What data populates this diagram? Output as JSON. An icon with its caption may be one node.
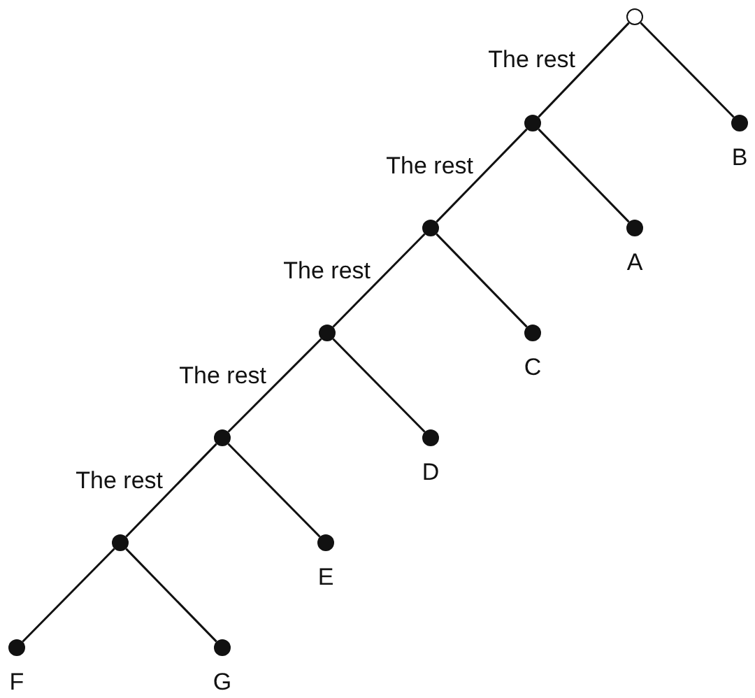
{
  "diagram": {
    "nodes": [
      {
        "text": [],
        "shape": "circle"
      },
      {
        "text": [],
        "shape": "dot"
      },
      {
        "text": [],
        "shape": "dot",
        "beside": [
          "B"
        ]
      },
      {
        "text": [],
        "shape": "dot"
      },
      {
        "text": [],
        "shape": "dot",
        "beside": [
          "A"
        ]
      },
      {
        "text": [],
        "shape": "dot"
      },
      {
        "text": [],
        "shape": "dot",
        "beside": [
          "C"
        ]
      },
      {
        "text": [],
        "shape": "dot"
      },
      {
        "text": [],
        "shape": "dot",
        "beside": [
          "D"
        ]
      },
      {
        "text": [],
        "shape": "dot"
      },
      {
        "text": [],
        "shape": "dot",
        "beside": [
          "E"
        ]
      },
      {
        "text": [],
        "shape": "dot",
        "beside": [
          "F"
        ]
      },
      {
        "text": [],
        "shape": "dot",
        "beside": [
          "G"
        ]
      }
    ],
    "edges": [
      {
        "from": 0,
        "to": 1,
        "arrow": "none",
        "label": "The rest"
      },
      {
        "from": 0,
        "to": 2,
        "arrow": "none"
      },
      {
        "from": 1,
        "to": 3,
        "arrow": "none",
        "label": "The rest"
      },
      {
        "from": 1,
        "to": 4,
        "arrow": "none"
      },
      {
        "from": 3,
        "to": 5,
        "arrow": "none",
        "label": "The rest"
      },
      {
        "from": 3,
        "to": 6,
        "arrow": "none"
      },
      {
        "from": 5,
        "to": 7,
        "arrow": "none",
        "label": "The rest"
      },
      {
        "from": 5,
        "to": 8,
        "arrow": "none"
      },
      {
        "from": 7,
        "to": 9,
        "arrow": "none",
        "label": "The rest"
      },
      {
        "from": 7,
        "to": 10,
        "arrow": "none"
      },
      {
        "from": 9,
        "to": 11,
        "arrow": "none"
      },
      {
        "from": 9,
        "to": 12,
        "arrow": "none"
      }
    ]
  }
}
